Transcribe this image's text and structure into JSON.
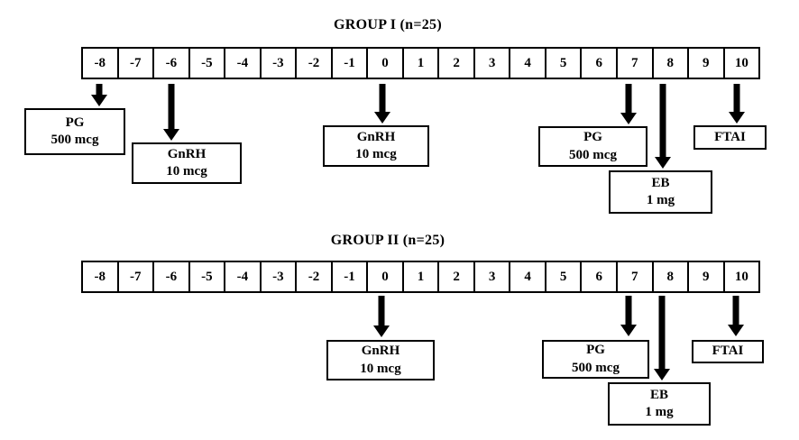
{
  "page": {
    "background_color": "#ffffff",
    "ink_color": "#000000"
  },
  "groups": [
    {
      "title": "GROUP I (n=25)",
      "days": [
        "-8",
        "-7",
        "-6",
        "-5",
        "-4",
        "-3",
        "-2",
        "-1",
        "0",
        "1",
        "2",
        "3",
        "4",
        "5",
        "6",
        "7",
        "8",
        "9",
        "10"
      ],
      "events": [
        {
          "day": "-8",
          "line1": "PG",
          "line2": "500 mcg"
        },
        {
          "day": "-6",
          "line1": "GnRH",
          "line2": "10 mcg"
        },
        {
          "day": "0",
          "line1": "GnRH",
          "line2": "10 mcg"
        },
        {
          "day": "7",
          "line1": "PG",
          "line2": "500 mcg"
        },
        {
          "day": "8",
          "line1": "EB",
          "line2": "1 mg"
        },
        {
          "day": "10",
          "line1": "FTAI"
        }
      ]
    },
    {
      "title": "GROUP II (n=25)",
      "days": [
        "-8",
        "-7",
        "-6",
        "-5",
        "-4",
        "-3",
        "-2",
        "-1",
        "0",
        "1",
        "2",
        "3",
        "4",
        "5",
        "6",
        "7",
        "8",
        "9",
        "10"
      ],
      "events": [
        {
          "day": "0",
          "line1": "GnRH",
          "line2": "10 mcg"
        },
        {
          "day": "7",
          "line1": "PG",
          "line2": "500 mcg"
        },
        {
          "day": "8",
          "line1": "EB",
          "line2": "1 mg"
        },
        {
          "day": "10",
          "line1": "FTAI"
        }
      ]
    }
  ]
}
